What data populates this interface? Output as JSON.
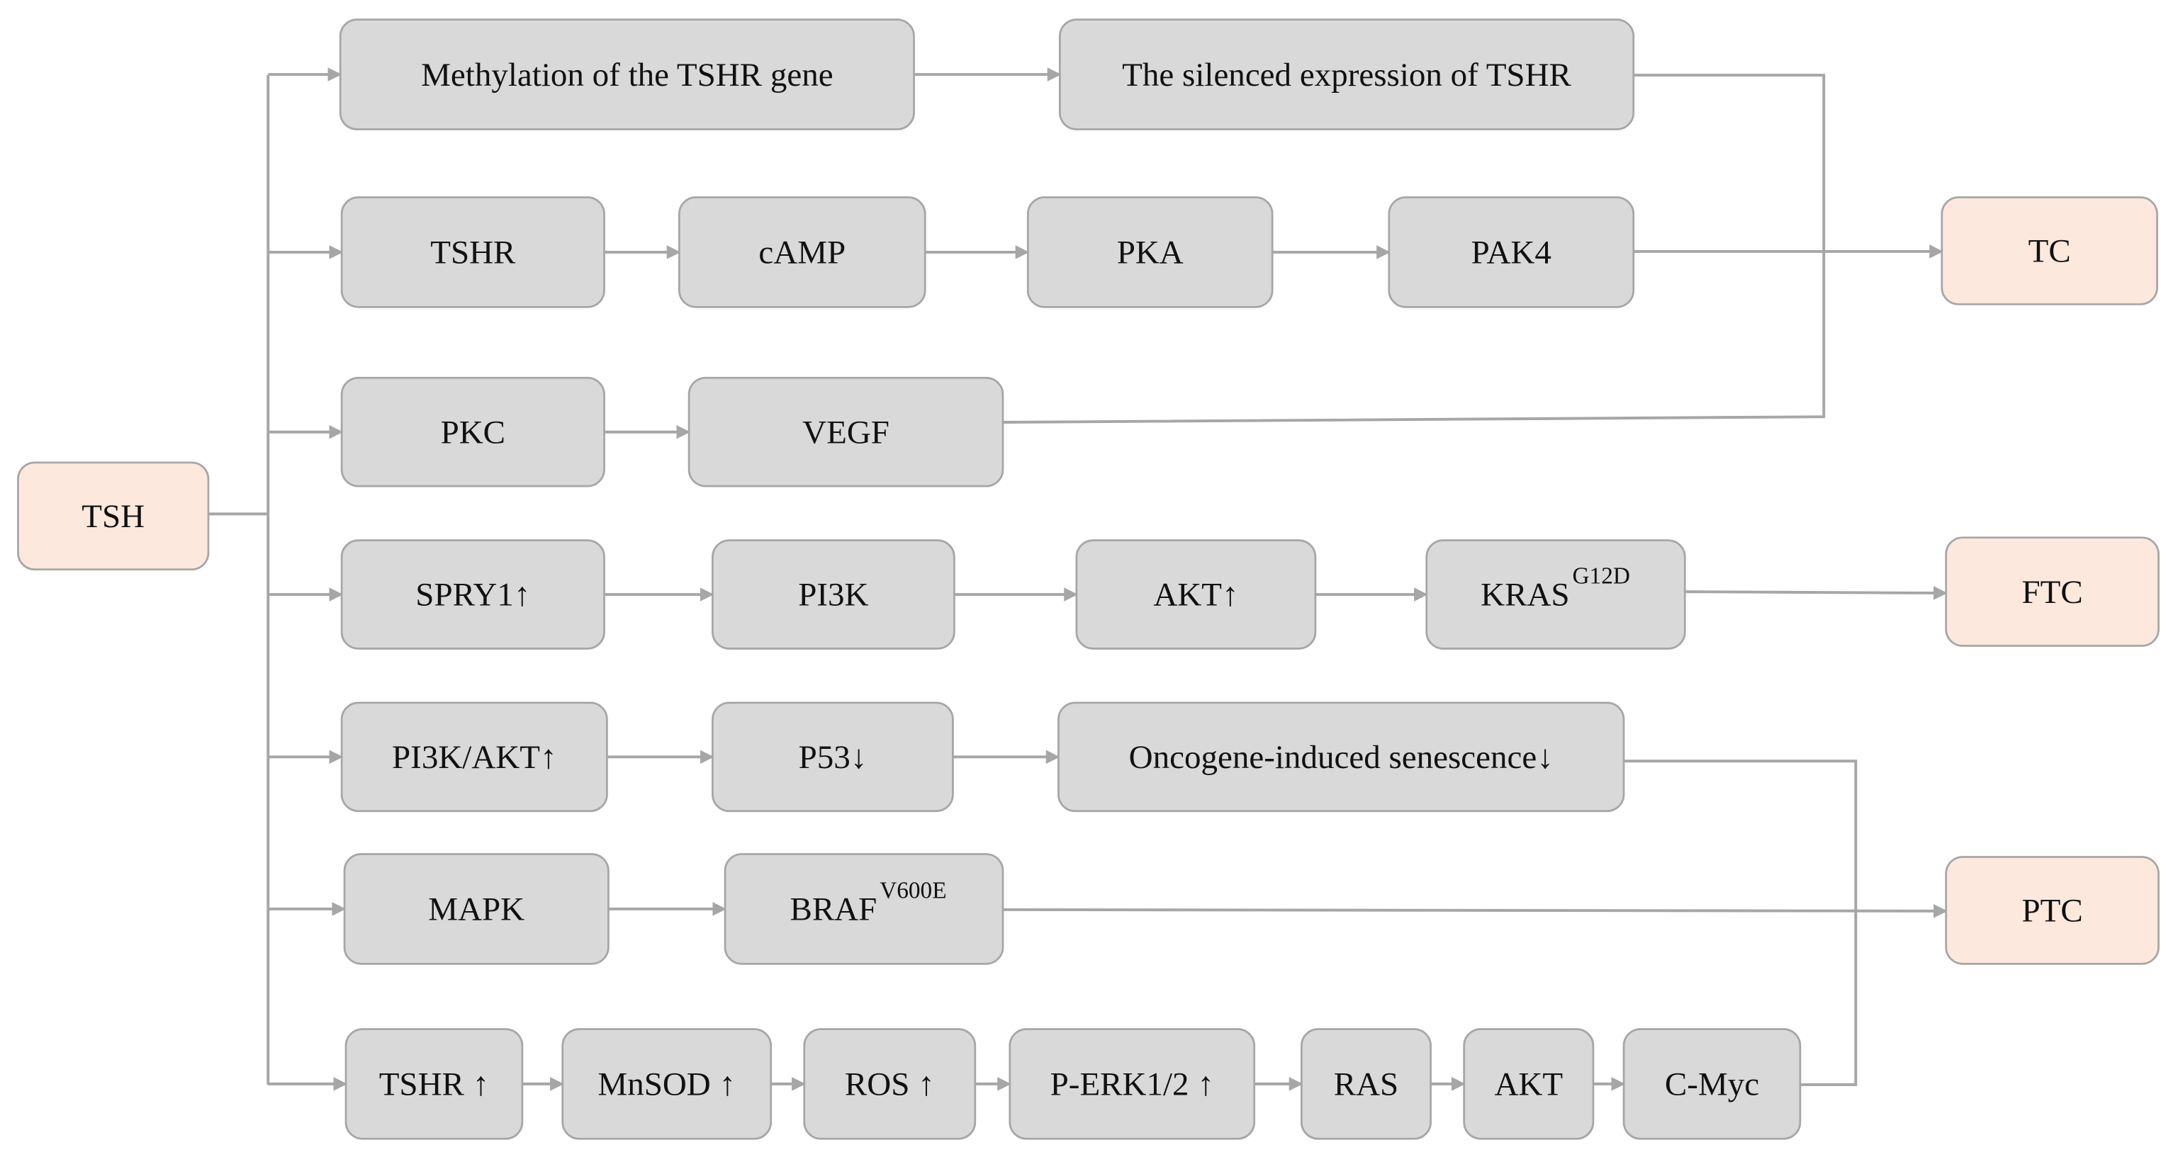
{
  "colors": {
    "process_fill": "#d9d9d9",
    "outcome_fill": "#fce8dc",
    "border": "#a6a6a6",
    "connector": "#a6a6a6",
    "text": "#111111"
  },
  "source": {
    "label": "TSH"
  },
  "outcomes": {
    "tc": "TC",
    "ftc": "FTC",
    "ptc": "PTC"
  },
  "rows": [
    {
      "nodes": [
        {
          "label": "Methylation of the TSHR gene"
        },
        {
          "label": "The silenced expression of TSHR"
        }
      ]
    },
    {
      "nodes": [
        {
          "label": "TSHR"
        },
        {
          "label": "cAMP"
        },
        {
          "label": "PKA"
        },
        {
          "label": "PAK4"
        }
      ]
    },
    {
      "nodes": [
        {
          "label": "PKC"
        },
        {
          "label": "VEGF"
        }
      ]
    },
    {
      "nodes": [
        {
          "label": "SPRY1↑"
        },
        {
          "label": "PI3K"
        },
        {
          "label": "AKT↑"
        },
        {
          "label": "KRAS",
          "sup": "G12D"
        }
      ]
    },
    {
      "nodes": [
        {
          "label": "PI3K/AKT↑"
        },
        {
          "label": "P53↓"
        },
        {
          "label": "Oncogene-induced senescence↓"
        }
      ]
    },
    {
      "nodes": [
        {
          "label": "MAPK"
        },
        {
          "label": "BRAF",
          "sup": "V600E"
        }
      ]
    },
    {
      "nodes": [
        {
          "label": "TSHR ↑"
        },
        {
          "label": "MnSOD ↑"
        },
        {
          "label": "ROS ↑"
        },
        {
          "label": "P-ERK1/2 ↑"
        },
        {
          "label": "RAS"
        },
        {
          "label": "AKT"
        },
        {
          "label": "C-Myc"
        }
      ]
    }
  ]
}
